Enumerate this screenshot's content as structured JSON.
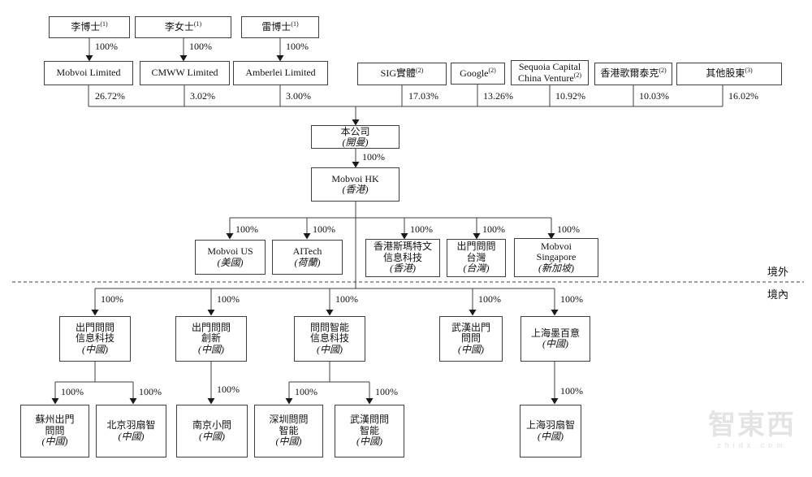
{
  "pct_100": "100%",
  "region": {
    "offshore": "境外",
    "onshore": "境內"
  },
  "watermark": {
    "logo": "智東西",
    "domain": "zhidx.com"
  },
  "shareholders": {
    "li_dr": {
      "name": "李博士",
      "sup": "(1)"
    },
    "li_ms": {
      "name": "李女士",
      "sup": "(1)"
    },
    "lei_dr": {
      "name": "雷博士",
      "sup": "(1)"
    }
  },
  "top_holdings": {
    "mobvoi_limited": {
      "name": "Mobvoi Limited",
      "pct": "26.72%"
    },
    "cmww": {
      "name": "CMWW Limited",
      "pct": "3.02%"
    },
    "amberlei": {
      "name": "Amberlei Limited",
      "pct": "3.00%"
    },
    "sig": {
      "name": "SIG實體",
      "sup": "(2)",
      "pct": "17.03%"
    },
    "google": {
      "name": "Google",
      "sup": "(2)",
      "pct": "13.26%"
    },
    "sequoia": {
      "line1": "Sequoia Capital",
      "line2": "China Venture",
      "sup": "(2)",
      "pct": "10.92%"
    },
    "goertek": {
      "name": "香港歌爾泰克",
      "sup": "(2)",
      "pct": "10.03%"
    },
    "other": {
      "name": "其他股東",
      "sup": "(3)",
      "pct": "16.02%"
    }
  },
  "company": {
    "name": "本公司",
    "loc": "(開曼)"
  },
  "mobvoi_hk": {
    "name": "Mobvoi HK",
    "loc": "(香港)"
  },
  "offshore_subs": {
    "mobvoi_us": {
      "l1": "Mobvoi US",
      "loc": "(美國)"
    },
    "aitech": {
      "l1": "AITech",
      "loc": "(荷蘭)"
    },
    "hk_smartvoice": {
      "l1": "香港斯瑪特文",
      "l2": "信息科技",
      "loc": "(香港)"
    },
    "taiwan": {
      "l1": "出門問問",
      "l2": "台灣",
      "loc": "(台灣)"
    },
    "singapore": {
      "l1": "Mobvoi",
      "l2": "Singapore",
      "loc": "(新加坡)"
    }
  },
  "onshore_subs": {
    "cmww_info": {
      "l1": "出門問問",
      "l2": "信息科技",
      "loc": "(中國)"
    },
    "cmww_innovation": {
      "l1": "出門問問",
      "l2": "創新",
      "loc": "(中國)"
    },
    "wwzn_info": {
      "l1": "問問智能",
      "l2": "信息科技",
      "loc": "(中國)"
    },
    "wuhan_cmww": {
      "l1": "武漢出門",
      "l2": "問問",
      "loc": "(中國)"
    },
    "shanghai_mobaiyi": {
      "l1": "上海墨百意",
      "loc": "(中國)"
    }
  },
  "grandchild_subs": {
    "suzhou": {
      "l1": "蘇州出門",
      "l2": "問問",
      "loc": "(中國)"
    },
    "beijing_ysz": {
      "l1": "北京羽扇智",
      "loc": "(中國)"
    },
    "nanjing": {
      "l1": "南京小問",
      "loc": "(中國)"
    },
    "shenzhen": {
      "l1": "深圳問問",
      "l2": "智能",
      "loc": "(中國)"
    },
    "wuhan_wwzn": {
      "l1": "武漢問問",
      "l2": "智能",
      "loc": "(中國)"
    },
    "shanghai_ysz": {
      "l1": "上海羽扇智",
      "loc": "(中國)"
    }
  }
}
